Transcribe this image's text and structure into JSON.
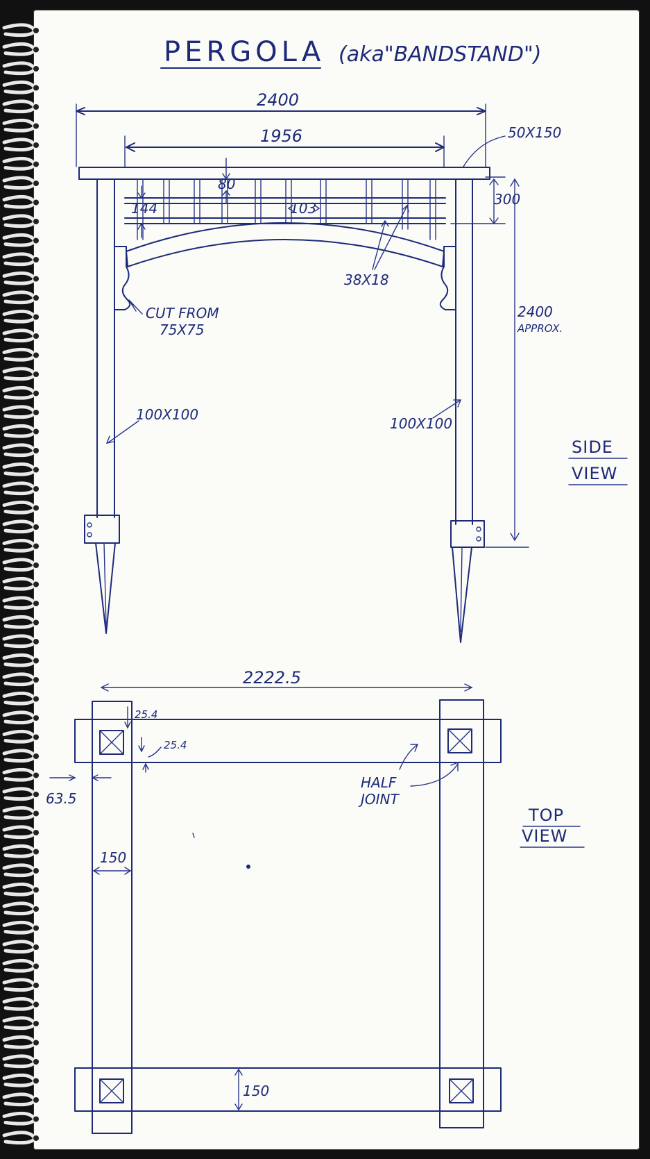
{
  "title": "PERGOLA",
  "subtitle": "(aka\"BANDSTAND\")",
  "side_view": {
    "label_line1": "SIDE",
    "label_line2": "VIEW",
    "dims": {
      "overall_width": "2400",
      "inner_width": "1956",
      "top_beam": "50X150",
      "spacing_80": "80",
      "spacing_144": "144",
      "spacing_103": "103",
      "frame_height": "300",
      "slats": "38X18",
      "height_line1": "2400",
      "height_line2": "APPROX.",
      "left_post": "100X100",
      "right_post": "100X100",
      "bracket_line1": "CUT FROM",
      "bracket_line2": "75X75"
    }
  },
  "top_view": {
    "label_line1": "TOP",
    "label_line2": "VIEW",
    "dims": {
      "overall_width": "2222.5",
      "offset_a": "25.4",
      "offset_b": "25.4",
      "overhang": "63.5",
      "beam_width": "150",
      "rail_width": "150",
      "joint_line1": "HALF",
      "joint_line2": "JOINT"
    }
  },
  "colors": {
    "ink": "#1d2a78",
    "paper": "#fbfbf8"
  }
}
